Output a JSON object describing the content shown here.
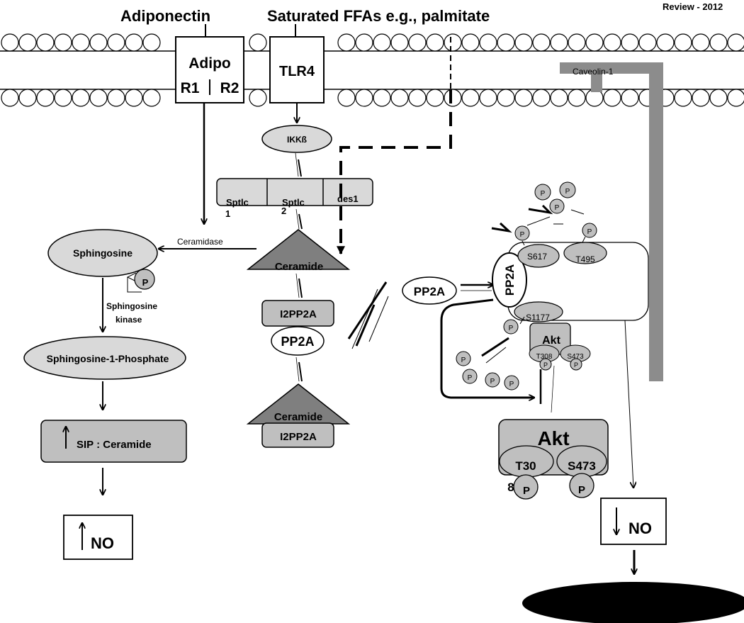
{
  "header": {
    "adiponectin": "Adiponectin",
    "ffa": "Saturated FFAs e.g., palmitate",
    "badge": "Review - 2012"
  },
  "receptors": {
    "adipo_line1": "Adipo",
    "adipo_r1": "R1",
    "adipo_r2": "R2",
    "tlr4": "TLR4",
    "caveolin": "Caveolin-1"
  },
  "left_pathway": {
    "ceramidase": "Ceramidase",
    "sphingosine": "Sphingosine",
    "phospho": "P",
    "kinase_line1": "Sphingosine",
    "kinase_line2": "kinase",
    "s1p": "Sphingosine-1-Phosphate",
    "ratio": "SIP : Ceramide",
    "no": "NO"
  },
  "center_pathway": {
    "ikk": "IKKß",
    "sptlc1_text": "Sptlc",
    "sptlc1_num": "1",
    "sptlc2_text": "Sptlc",
    "sptlc2_num": "2",
    "des1": "des1",
    "ceramide_top": "Ceramide",
    "i2pp2a_top": "I2PP2A",
    "pp2a_center": "PP2A",
    "ceramide_bottom": "Ceramide",
    "i2pp2a_bottom": "I2PP2A"
  },
  "right_pathway": {
    "pp2a_free": "PP2A",
    "pp2a_bound": "PP2A",
    "s617": "S617",
    "t495": "T495",
    "s1177": "S1177",
    "akt_small": "Akt",
    "akt_small_t308": "T308",
    "akt_small_s473": "S473",
    "akt_large": "Akt",
    "akt_large_t30": "T30",
    "akt_large_8": "8",
    "akt_large_s473": "S473",
    "phospho": "P",
    "no": "NO"
  },
  "colors": {
    "membrane_line": "#000000",
    "light_fill": "#d9d9d9",
    "mid_fill": "#bfbfbf",
    "dark_fill": "#7f7f7f",
    "caveolin_bar": "#8c8c8c",
    "oval_black": "#000000"
  }
}
